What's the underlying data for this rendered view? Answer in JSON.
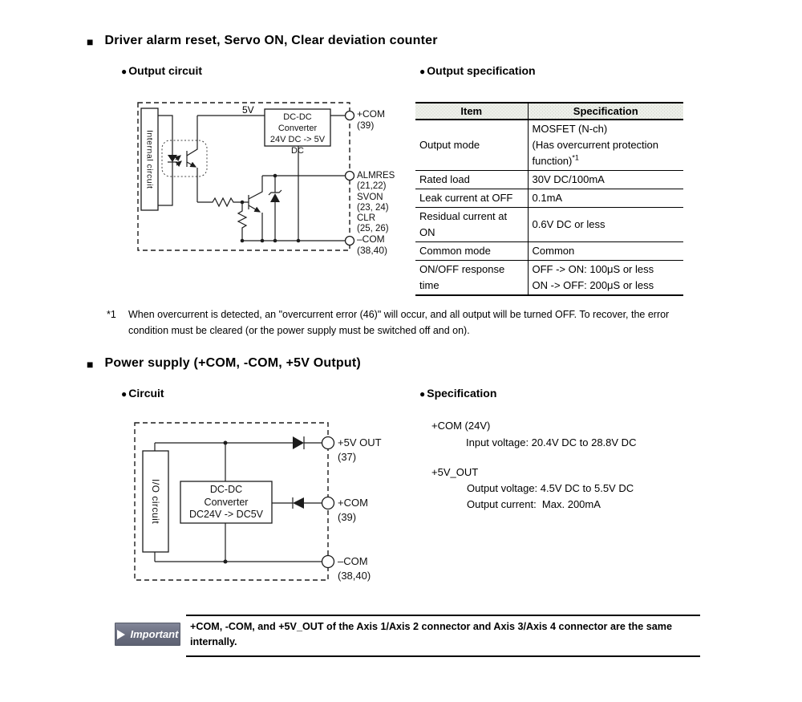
{
  "section1": {
    "title": "Driver alarm reset, Servo ON, Clear deviation counter",
    "circuit_heading": "Output circuit",
    "spec_heading": "Output specification"
  },
  "circuit1": {
    "internal_box": "Internal circuit",
    "rail_label": "5V",
    "converter": "DC-DC\nConverter\n24V DC -> 5V DC",
    "term_pcom": "+COM\n(39)",
    "term_outputs": "ALMRES\n(21,22)\nSVON\n(23, 24)\nCLR\n(25, 26)",
    "term_mcom": "–COM\n(38,40)"
  },
  "spec_table": {
    "col_item": "Item",
    "col_spec": "Specification",
    "rows": [
      {
        "item": "Output mode",
        "spec": "MOSFET (N-ch)\n(Has overcurrent protection\nfunction)",
        "sup": "*1"
      },
      {
        "item": "Rated load",
        "spec": "30V DC/100mA"
      },
      {
        "item": "Leak current at OFF",
        "spec": "0.1mA"
      },
      {
        "item": "Residual current at\nON",
        "spec": "0.6V DC or less"
      },
      {
        "item": "Common mode",
        "spec": "Common"
      },
      {
        "item": "ON/OFF response\ntime",
        "spec": "OFF -> ON: 100μS or less\nON -> OFF: 200μS or less"
      }
    ]
  },
  "footnote": {
    "marker": "*1",
    "text": "When overcurrent is detected, an \"overcurrent error (46)\" will occur, and all output will be turned OFF. To recover, the error condition must be cleared (or the power supply must be switched off and on)."
  },
  "section2": {
    "title": "Power supply (+COM, -COM, +5V Output)",
    "circuit_heading": "Circuit",
    "spec_heading": "Specification"
  },
  "circuit2": {
    "io_box": "I/O circuit",
    "converter": "DC-DC\nConverter\nDC24V -> DC5V",
    "term_5vout": "+5V OUT\n(37)",
    "term_pcom": "+COM\n(39)",
    "term_mcom": "–COM\n(38,40)"
  },
  "power_spec": {
    "pcom_title": "+COM (24V)",
    "pcom_line": "Input voltage: 20.4V DC to 28.8V DC",
    "v5_title": "+5V_OUT",
    "v5_line1": "Output voltage: 4.5V DC to 5.5V DC",
    "v5_line2": "Output current:  Max. 200mA"
  },
  "important": {
    "label": "Important",
    "text": "+COM, -COM, and +5V_OUT of the Axis 1/Axis 2 connector and Axis 3/Axis 4 connector are the same internally."
  },
  "colors": {
    "ink": "#000000",
    "badge_gray": "#676b7c",
    "header_shade": "#eef0ea"
  }
}
